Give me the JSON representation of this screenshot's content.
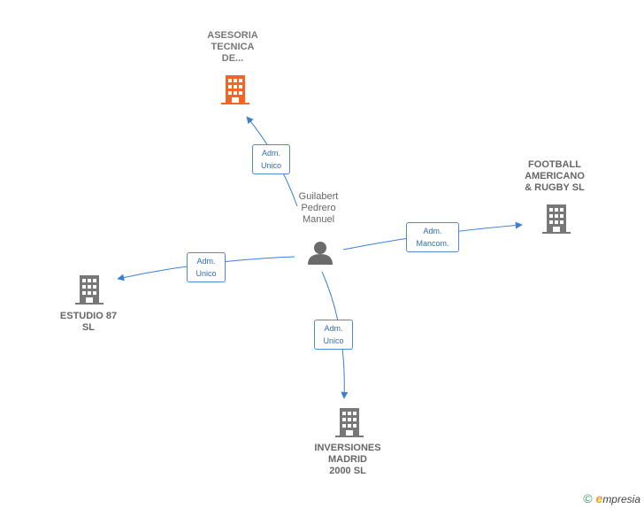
{
  "center": {
    "label": "Guilabert\nPedrero\nManuel",
    "icon": "person-icon"
  },
  "companies": {
    "asesoria": {
      "label": "ASESORIA\nTECNICA\nDE...",
      "color": "#f26522",
      "icon": "building-icon"
    },
    "football": {
      "label": "FOOTBALL\nAMERICANO\n& RUGBY  SL",
      "color": "#777777",
      "icon": "building-icon"
    },
    "estudio": {
      "label": "ESTUDIO 87\nSL",
      "color": "#777777",
      "icon": "building-icon"
    },
    "inversiones": {
      "label": "INVERSIONES\nMADRID\n2000  SL",
      "color": "#777777",
      "icon": "building-icon"
    }
  },
  "edges": {
    "asesoria": "Adm.\nUnico",
    "football": "Adm.\nMancom.",
    "estudio": "Adm.\nUnico",
    "inversiones": "Adm.\nUnico"
  },
  "edge_color": "#3b7fd4",
  "brand": {
    "copyright": "©",
    "name": "mpresia",
    "initial": "e"
  }
}
